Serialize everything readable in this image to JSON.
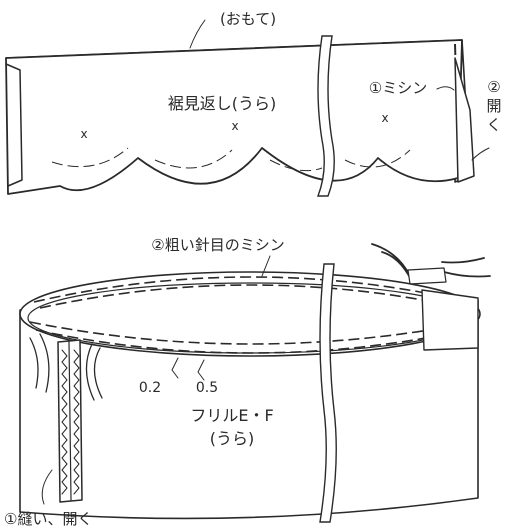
{
  "labels": {
    "outer_face": "(おもて)",
    "hem_facing": "裾見返し(うら)",
    "step1_sew": "①ミシン",
    "step2_open_line1": "②",
    "step2_open_line2": "開",
    "step2_open_line3": "く",
    "step2_basting": "②粗い針目のミシン",
    "dim_a": "0.2",
    "dim_b": "0.5",
    "frill_line1": "フリルE・F",
    "frill_line2": "(うら)",
    "step1_sew_open": "①縫い、開く"
  },
  "marks": {
    "cross": "x"
  },
  "colors": {
    "ink": "#2a2a2a",
    "paper": "#ffffff"
  }
}
